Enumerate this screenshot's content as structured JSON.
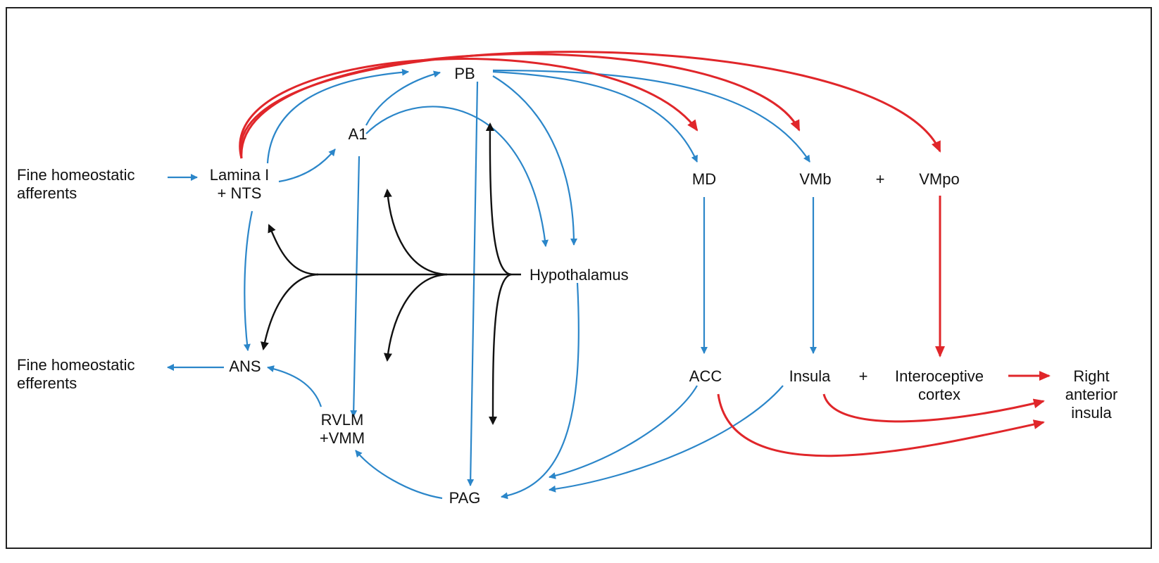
{
  "colors": {
    "blue": "#2b86c9",
    "red": "#e0262a",
    "black": "#111111"
  },
  "nodes": {
    "fine_afferents": [
      "Fine homeostatic",
      "afferents"
    ],
    "lamina": [
      "Lamina I",
      "+ NTS"
    ],
    "a1": "A1",
    "pb": "PB",
    "md": "MD",
    "vmb": "VMb",
    "plus1": "+",
    "vmpo": "VMpo",
    "hypothalamus": "Hypothalamus",
    "fine_efferents": [
      "Fine homeostatic",
      "efferents"
    ],
    "ans": "ANS",
    "rvlm": [
      "RVLM",
      "+VMM"
    ],
    "pag": "PAG",
    "acc": "ACC",
    "insula": "Insula",
    "plus2": "+",
    "interoceptive": [
      "Interoceptive",
      "cortex"
    ],
    "right_insula": [
      "Right",
      "anterior",
      "insula"
    ]
  }
}
